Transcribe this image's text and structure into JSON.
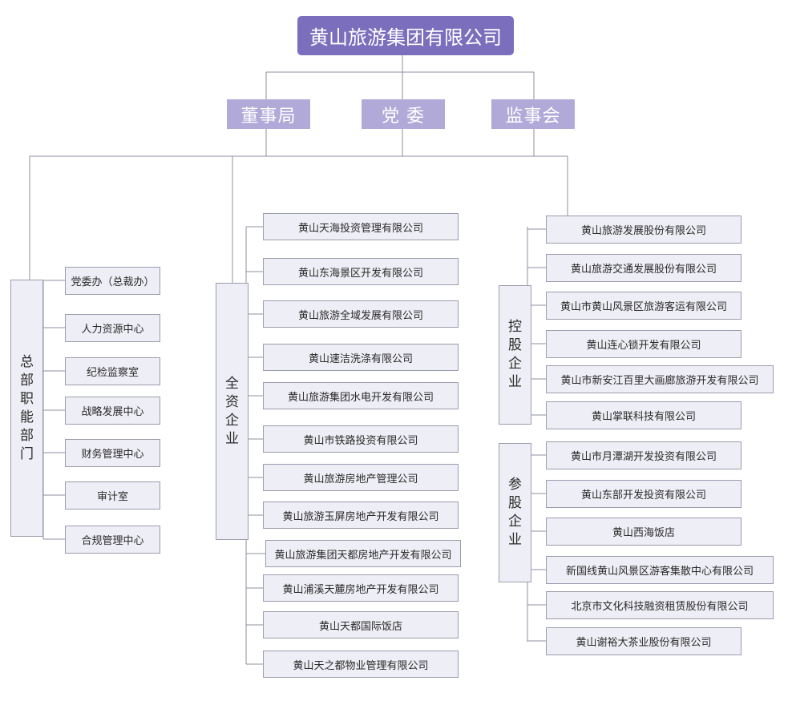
{
  "root": "黄山旅游集团有限公司",
  "governance": [
    "董事局",
    "党 委",
    "监事会"
  ],
  "departments": {
    "label": "总部职能部门",
    "items": [
      "党委办（总裁办）",
      "人力资源中心",
      "纪检监察室",
      "战略发展中心",
      "财务管理中心",
      "审计室",
      "合规管理中心"
    ]
  },
  "wholly_owned": {
    "label": "全资企业",
    "items": [
      "黄山天海投资管理有限公司",
      "黄山东海景区开发有限公司",
      "黄山旅游全域发展有限公司",
      "黄山速洁洗涤有限公司",
      "黄山旅游集团水电开发有限公司",
      "黄山市铁路投资有限公司",
      "黄山旅游房地产管理公司",
      "黄山旅游玉屏房地产开发有限公司",
      "黄山旅游集团天都房地产开发有限公司",
      "黄山浦溪天麓房地产开发有限公司",
      "黄山天都国际饭店",
      "黄山天之都物业管理有限公司"
    ]
  },
  "holding": {
    "label": "控股企业",
    "items": [
      "黄山旅游发展股份有限公司",
      "黄山旅游交通发展股份有限公司",
      "黄山市黄山风景区旅游客运有限公司",
      "黄山连心锁开发有限公司",
      "黄山市新安江百里大画廊旅游开发有限公司",
      "黄山掌联科技有限公司"
    ]
  },
  "participating": {
    "label": "参股企业",
    "items": [
      "黄山市月潭湖开发投资有限公司",
      "黄山东部开发投资有限公司",
      "黄山西海饭店",
      "新国线黄山风景区游客集散中心有限公司",
      "北京市文化科技融资租赁股份有限公司",
      "黄山谢裕大茶业股份有限公司"
    ]
  }
}
